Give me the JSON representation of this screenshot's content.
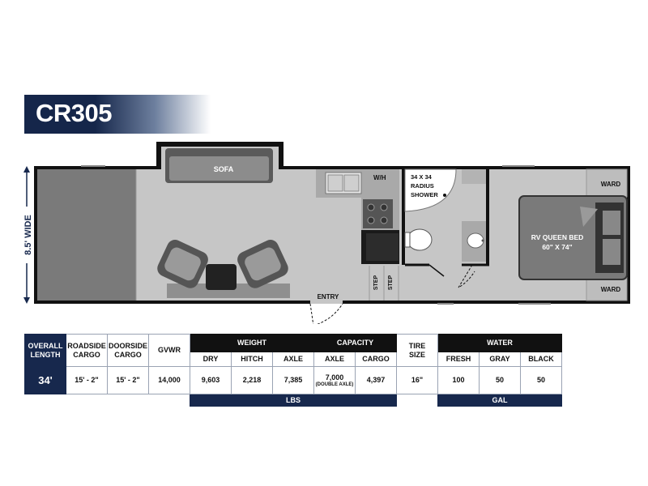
{
  "model": "CR305",
  "floorplan": {
    "width_label": "8.5' WIDE",
    "labels": {
      "sofa": "SOFA",
      "wh": "W/H",
      "shower": [
        "34 X 34",
        "RADIUS",
        "SHOWER"
      ],
      "ward_top": "WARD",
      "ward_bottom": "WARD",
      "bed": [
        "RV QUEEN BED",
        "60\" X 74\""
      ],
      "entry": "ENTRY",
      "step1": "STEP",
      "step2": "STEP"
    }
  },
  "specs": {
    "overall_length_label": [
      "OVERALL",
      "LENGTH"
    ],
    "overall_length_value": "34'",
    "roadside_cargo_label": [
      "ROADSIDE",
      "CARGO"
    ],
    "roadside_cargo_value": "15' - 2\"",
    "doorside_cargo_label": [
      "DOORSIDE",
      "CARGO"
    ],
    "doorside_cargo_value": "15' - 2\"",
    "gvwr_label": "GVWR",
    "gvwr_value": "14,000",
    "weight_header": "WEIGHT",
    "dry_label": "DRY",
    "dry_value": "9,603",
    "hitch_label": "HITCH",
    "hitch_value": "2,218",
    "axle_label": "AXLE",
    "axle_value": "7,385",
    "capacity_header": "CAPACITY",
    "cap_axle_label": "AXLE",
    "cap_axle_value": "7,000",
    "cap_axle_note": "(DOUBLE AXLE)",
    "cargo_label": "CARGO",
    "cargo_value": "4,397",
    "tire_label": [
      "TIRE",
      "SIZE"
    ],
    "tire_value": "16\"",
    "water_header": "WATER",
    "fresh_label": "FRESH",
    "fresh_value": "100",
    "gray_label": "GRAY",
    "gray_value": "50",
    "black_label": "BLACK",
    "black_value": "50",
    "lbs_unit": "LBS",
    "gal_unit": "GAL"
  }
}
